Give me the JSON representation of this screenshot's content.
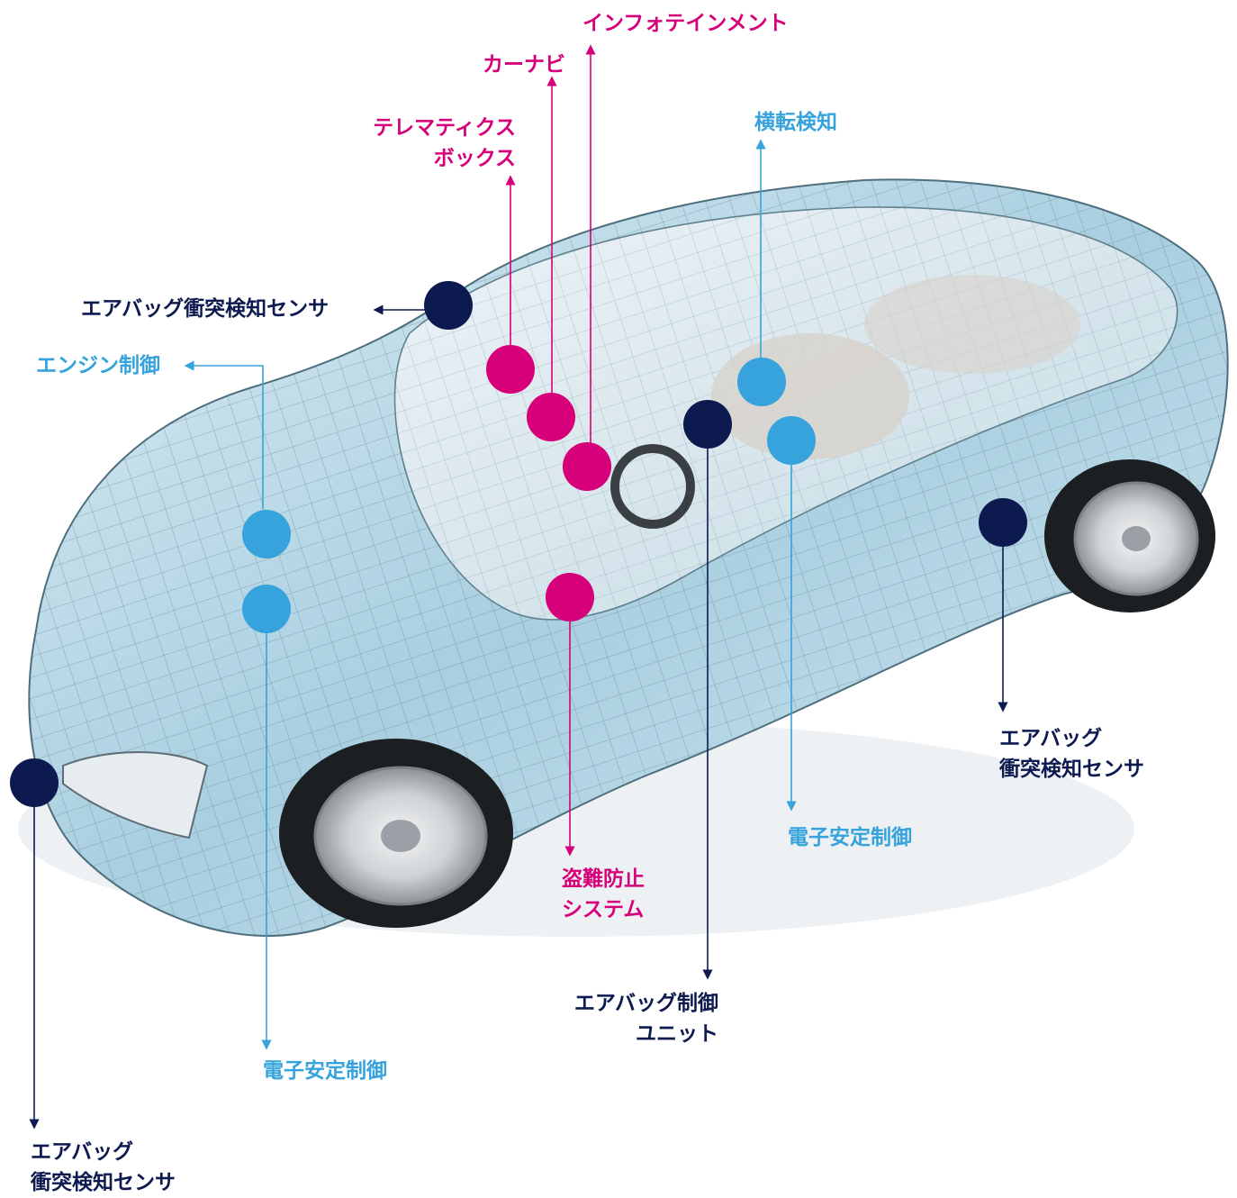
{
  "colors": {
    "navy": "#0d1a4f",
    "blue": "#36a3dc",
    "magenta": "#d6007a"
  },
  "labels": {
    "infotainment": "インフォテインメント",
    "car_navi": "カーナビ",
    "telematics_box": [
      "テレマティクス",
      "ボックス"
    ],
    "rollover_detection": "横転検知",
    "airbag_sensor_top": "エアバッグ衝突検知センサ",
    "engine_control": "エンジン制御",
    "airbag_sensor_right": [
      "エアバッグ",
      "衝突検知センサ"
    ],
    "esc_right": "電子安定制御",
    "anti_theft": [
      "盗難防止",
      "システム"
    ],
    "airbag_control_unit": [
      "エアバッグ制御",
      "ユニット"
    ],
    "esc_bottom": "電子安定制御",
    "airbag_sensor_bottom": [
      "エアバッグ",
      "衝突検知センサ"
    ]
  }
}
